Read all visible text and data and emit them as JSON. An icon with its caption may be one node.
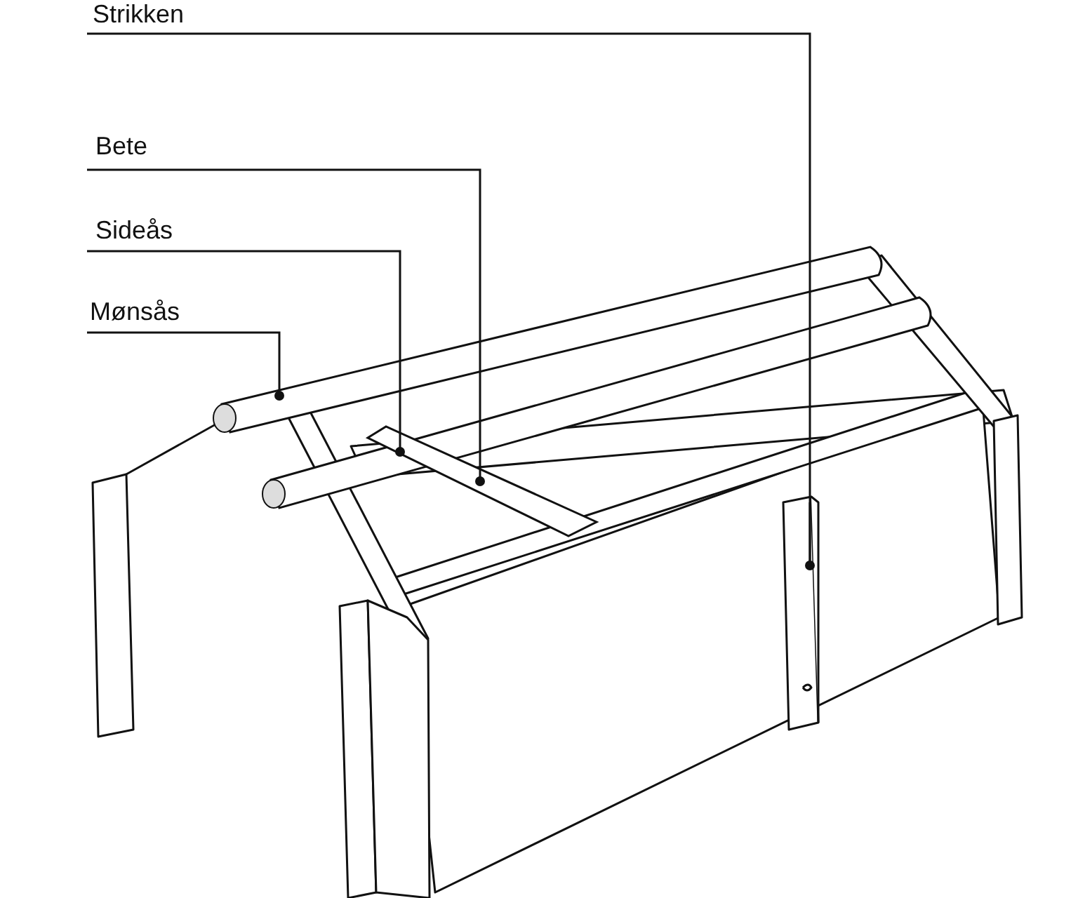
{
  "diagram": {
    "nodes": [
      {
        "text": [
          "Strikken"
        ]
      },
      {
        "text": [
          "Bete"
        ]
      },
      {
        "text": [
          "Sideås"
        ]
      },
      {
        "text": [
          "Mønsås"
        ]
      },
      {
        "text": [],
        "shape": "bar"
      },
      {
        "text": [],
        "shape": "bar"
      },
      {
        "text": [],
        "shape": "bar"
      },
      {
        "text": [],
        "shape": "bar"
      }
    ],
    "edges": [
      {
        "from": 0,
        "to": 7,
        "arrow": "other"
      },
      {
        "from": 1,
        "to": 6,
        "arrow": "other"
      },
      {
        "from": 2,
        "to": 5,
        "arrow": "other"
      },
      {
        "from": 3,
        "to": 4,
        "arrow": "other"
      }
    ]
  }
}
